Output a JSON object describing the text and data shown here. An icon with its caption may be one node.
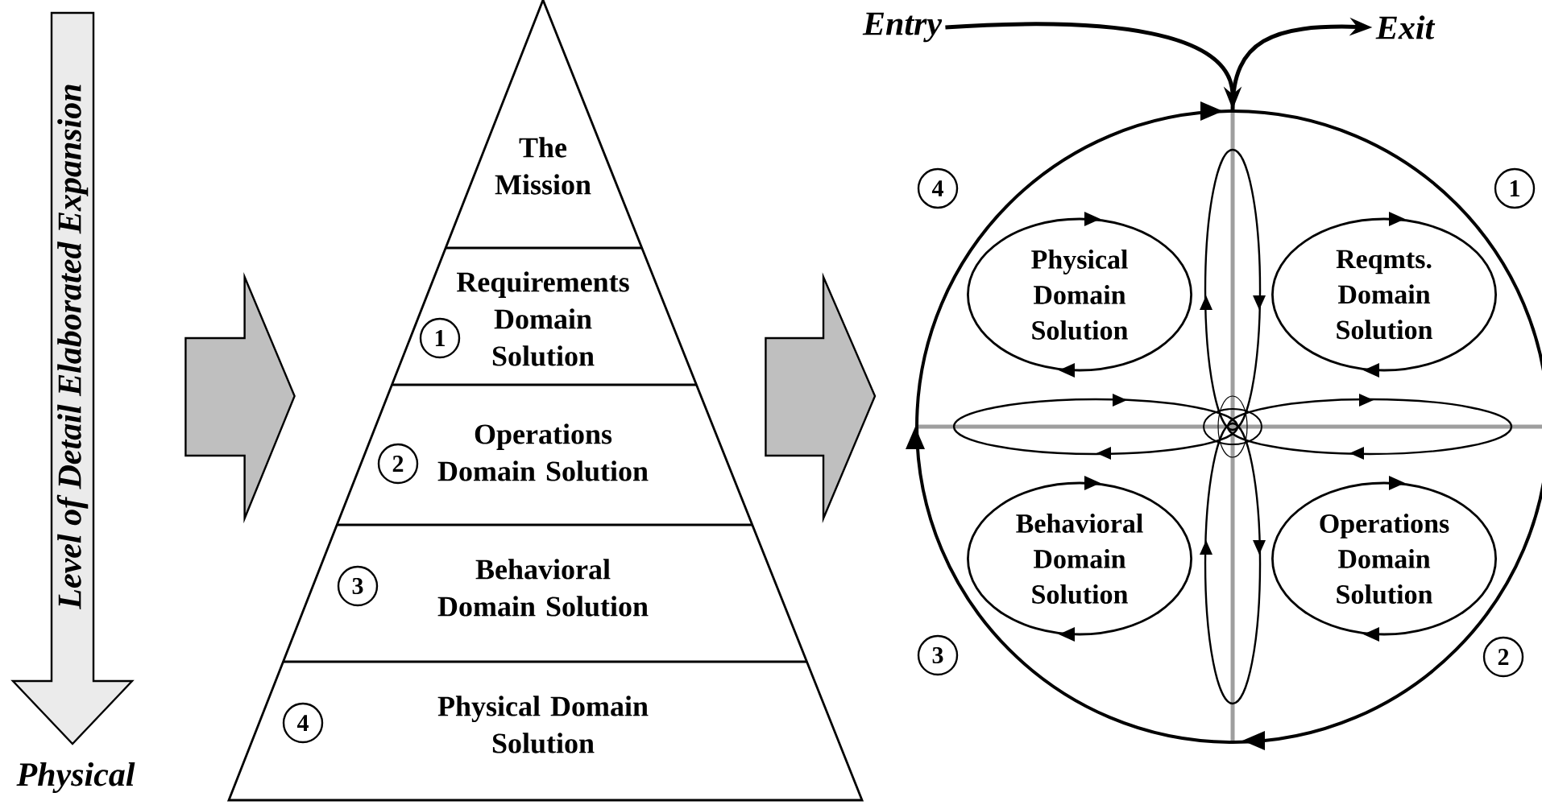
{
  "diagram": {
    "nodes": [
      {
        "text": [
          "Level of Detail Elaborated Expansion"
        ],
        "beside": [
          "Physical"
        ]
      },
      {
        "text": [],
        "shape": "triangle"
      },
      {
        "text": [
          "The Mission"
        ],
        "in": 1
      },
      {
        "text": [
          "Requirements Domain Solution"
        ],
        "in": 1
      },
      {
        "text": [
          "Operations Domain Solution"
        ],
        "in": 1
      },
      {
        "text": [
          "Behavioral Domain Solution"
        ],
        "in": 1
      },
      {
        "text": [
          "Physical Domain Solution"
        ],
        "in": 1
      },
      {
        "text": [
          "Entry"
        ]
      },
      {
        "text": [
          "Exit"
        ]
      },
      {
        "text": [],
        "shape": "circle"
      },
      {
        "text": [
          "Physical Domain Solution"
        ],
        "in": 9
      },
      {
        "text": [
          "Reqmts. Domain Solution"
        ],
        "in": 9
      },
      {
        "text": [
          "Behavioral Domain Solution"
        ],
        "in": 9
      },
      {
        "text": [
          "Operations Domain Solution"
        ],
        "in": 9
      }
    ],
    "edges": [
      {
        "from": 0,
        "to": 1,
        "arrow": "to",
        "style": "thick"
      },
      {
        "from": 1,
        "to": 9,
        "arrow": "to",
        "style": "thick"
      },
      {
        "from": 7,
        "to": 9,
        "arrow": "to"
      },
      {
        "from": 9,
        "to": 8,
        "arrow": "to"
      }
    ],
    "labels": [
      "1",
      "2",
      "3",
      "4",
      "4",
      "1",
      "3",
      "2"
    ]
  }
}
